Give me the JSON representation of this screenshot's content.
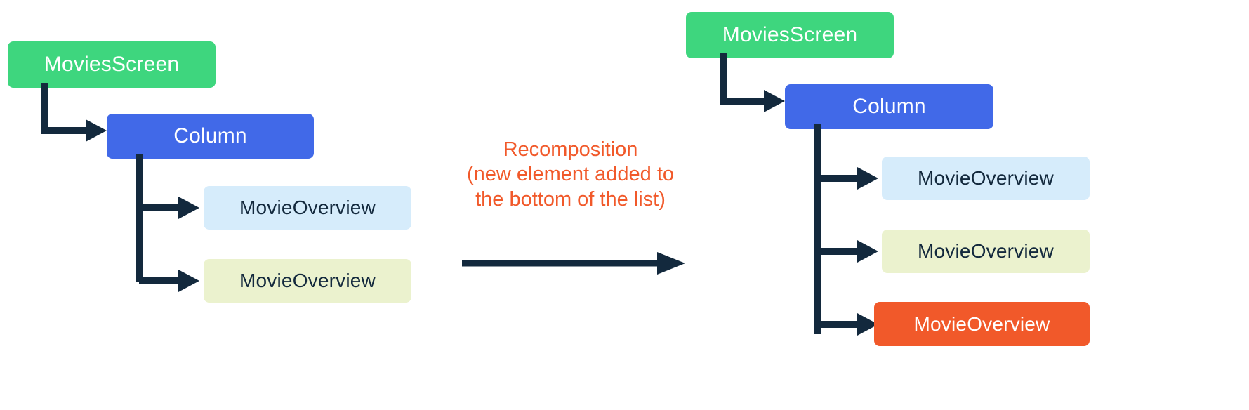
{
  "diagram": {
    "title_text": "Recomposition\n(new element added to\nthe bottom of the list)",
    "colors": {
      "screen": "#3ed67e",
      "column": "#4169e8",
      "overview_blue": "#d6ecfb",
      "overview_lime": "#ebf2ce",
      "overview_orange": "#f1592a",
      "connector": "#13293d",
      "caption": "#f1592a",
      "background": "#ffffff"
    },
    "before": {
      "label": "before-recomposition-tree",
      "nodes": {
        "screen": "MoviesScreen",
        "column": "Column",
        "overview_1": "MovieOverview",
        "overview_2": "MovieOverview"
      }
    },
    "transition": {
      "caption_line_1": "Recomposition",
      "caption_line_2": "(new element added to",
      "caption_line_3": "the bottom of the list)",
      "arrow": "right-arrow-icon"
    },
    "after": {
      "label": "after-recomposition-tree",
      "nodes": {
        "screen": "MoviesScreen",
        "column": "Column",
        "overview_1": "MovieOverview",
        "overview_2": "MovieOverview",
        "overview_3": "MovieOverview"
      }
    }
  }
}
